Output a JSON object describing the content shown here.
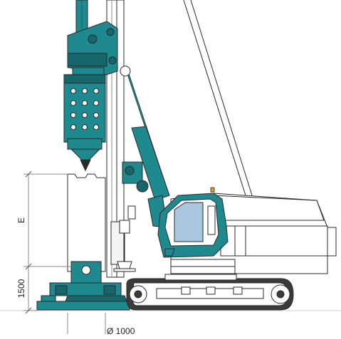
{
  "dimensions": {
    "height_label": "E",
    "ground_clearance_label": "1500",
    "diameter_label": "Ø 1000"
  },
  "colors": {
    "machine_teal": "#1e8a8f",
    "machine_teal_dark": "#15676b",
    "outline": "#2a2a2a",
    "glass": "#a9c6df",
    "warning_light": "#e0a030",
    "track": "#3b3b3b",
    "background": "#ffffff"
  }
}
